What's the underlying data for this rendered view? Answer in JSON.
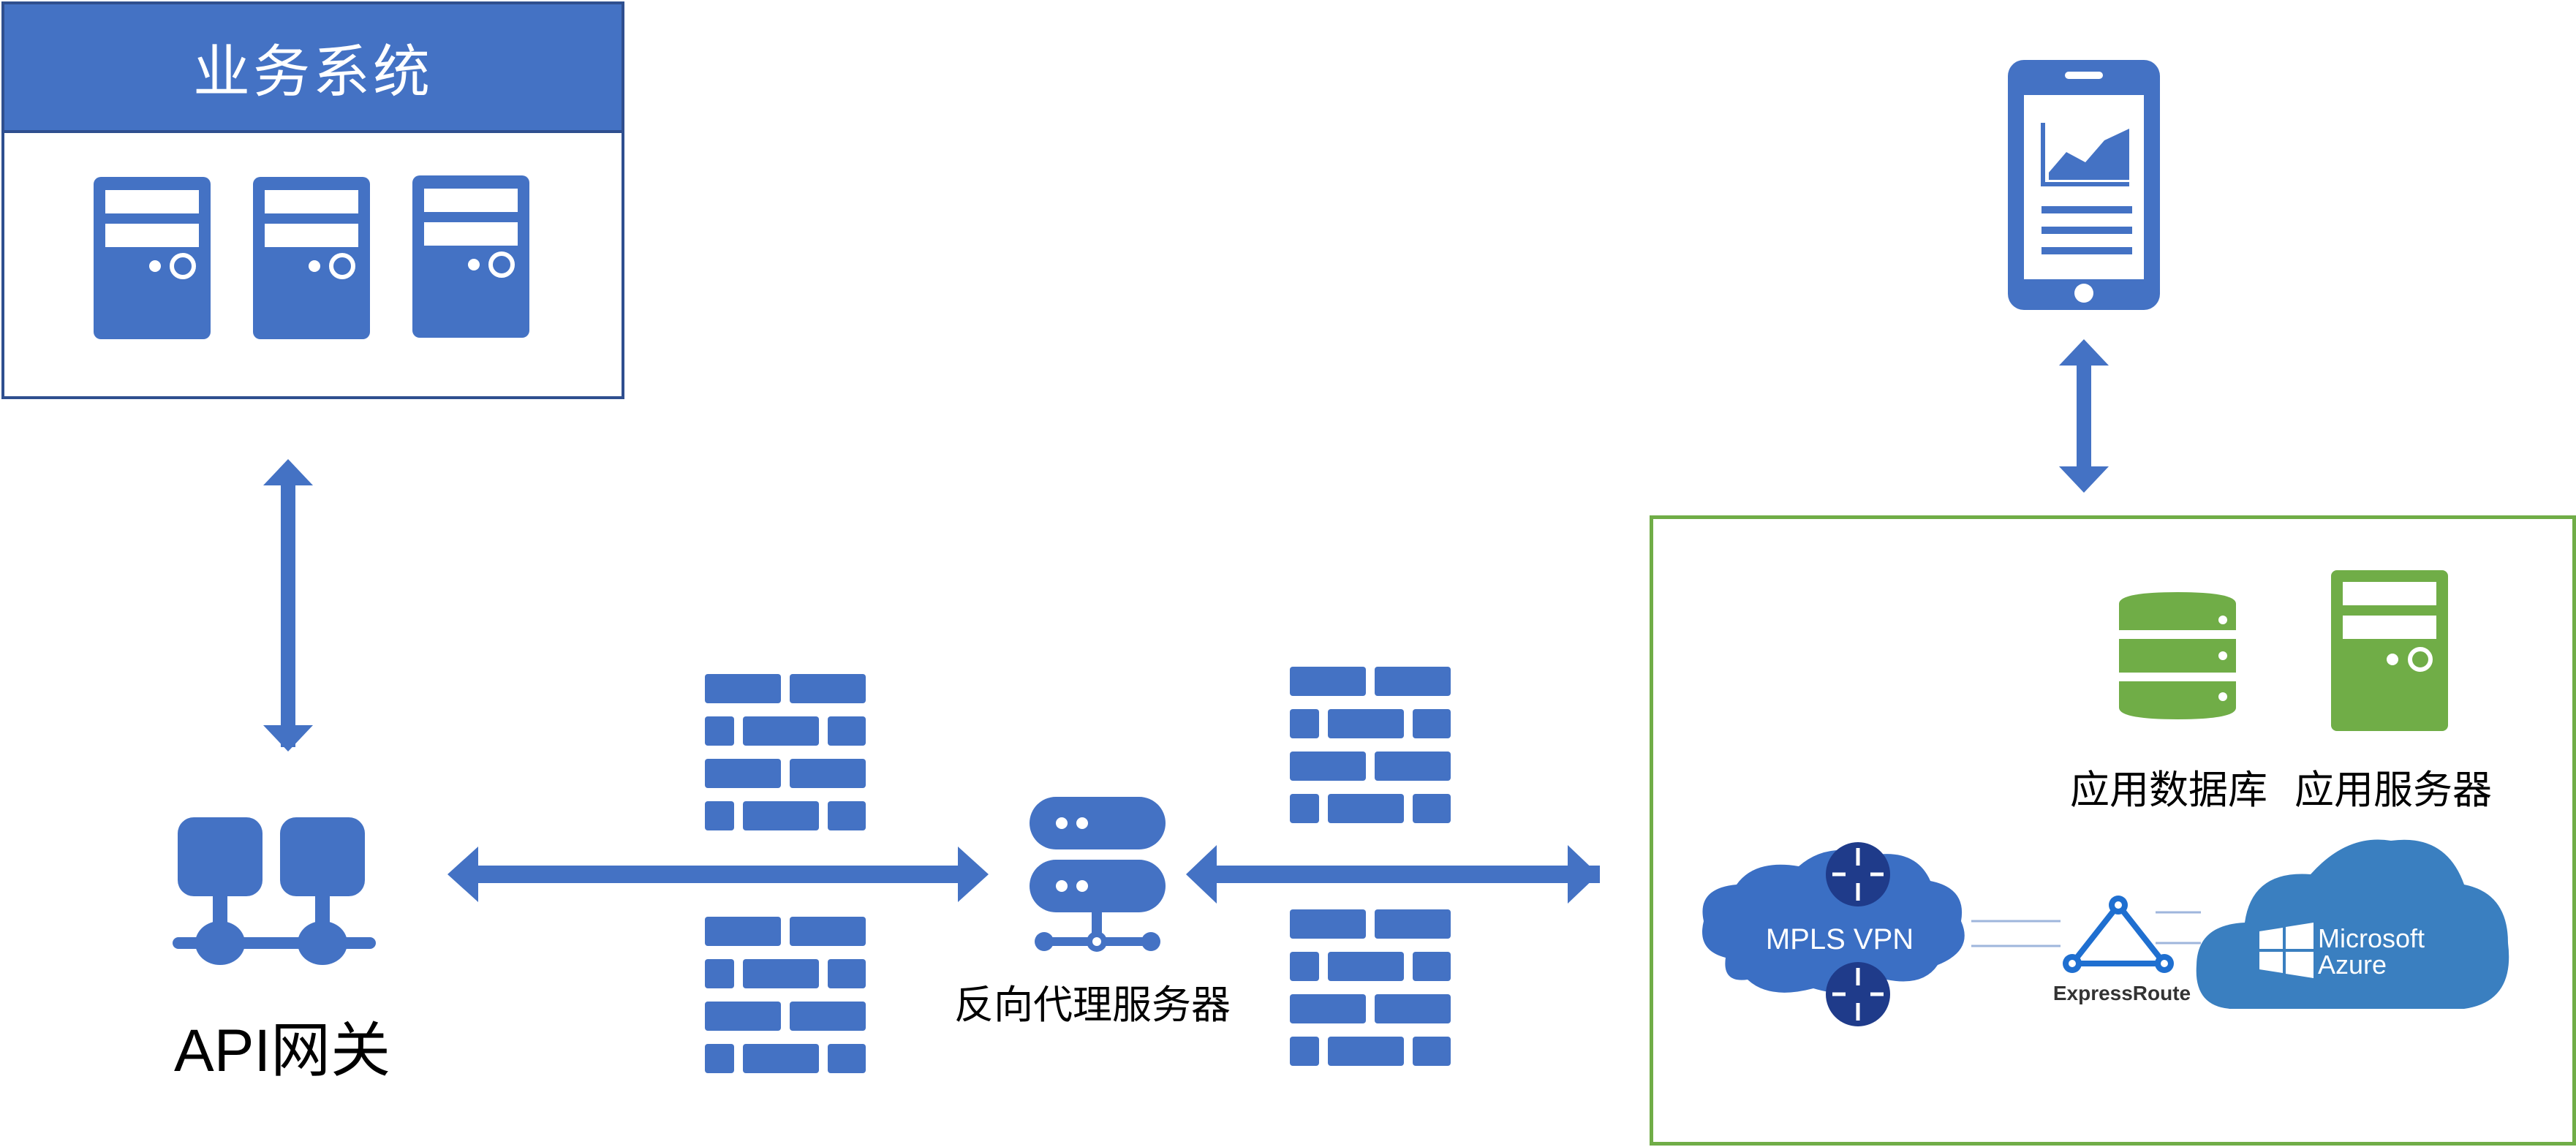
{
  "business_system": {
    "title": "业务系统"
  },
  "api_gateway": {
    "label": "API网关"
  },
  "reverse_proxy": {
    "label": "反向代理服务器"
  },
  "app_database": {
    "label": "应用数据库"
  },
  "app_server": {
    "label": "应用服务器"
  },
  "mpls_vpn": {
    "label": "MPLS VPN"
  },
  "express_route": {
    "label": "ExpressRoute"
  },
  "azure": {
    "brand_line1": "Microsoft",
    "brand_line2": "Azure"
  },
  "colors": {
    "primary_blue": "#4472c4",
    "dark_blue": "#2f4f8f",
    "green": "#70ad47",
    "cloud_blue": "#3b6fc4",
    "azure_blue": "#3a7fc0",
    "router_navy": "#1f3b8a"
  }
}
